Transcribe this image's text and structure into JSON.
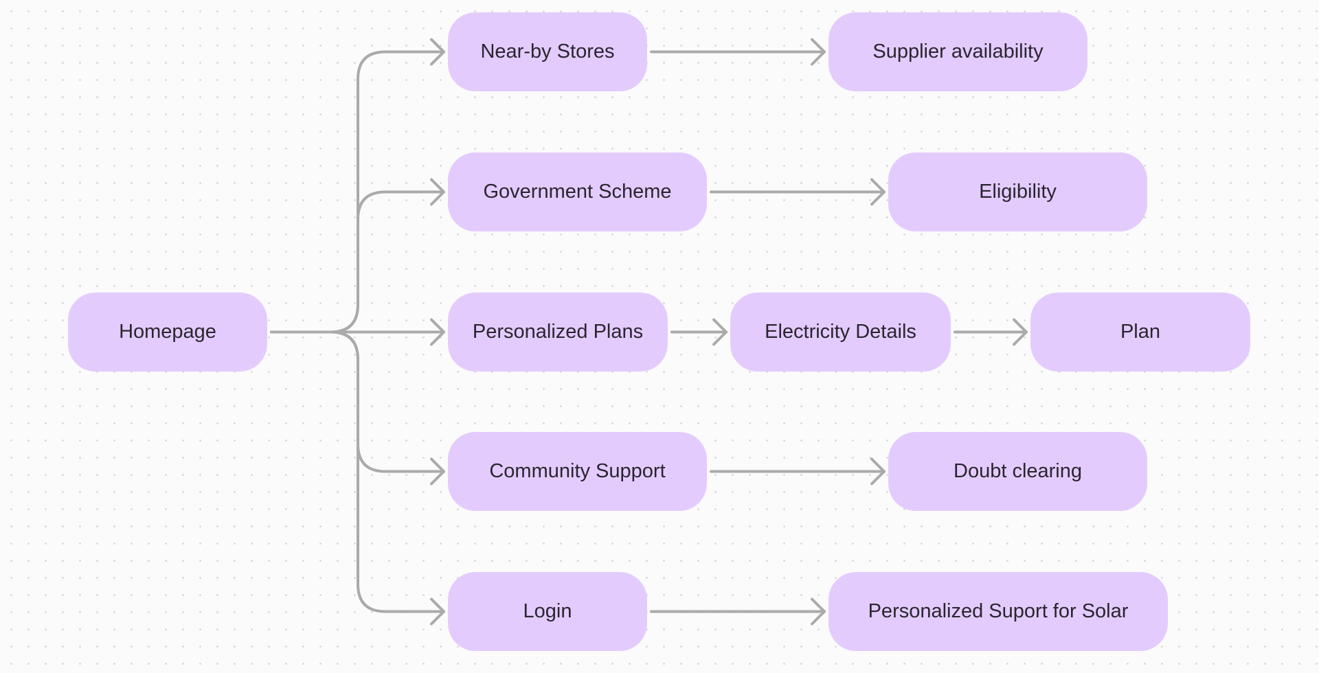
{
  "colors": {
    "node_fill": "#e3ccfd",
    "connector": "#aaaaaa",
    "text": "#2a2530"
  },
  "nodes": {
    "homepage": "Homepage",
    "nearby_stores": "Near-by Stores",
    "supplier_availability": "Supplier availability",
    "government_scheme": "Government Scheme",
    "eligibility": "Eligibility",
    "personalized_plans": "Personalized Plans",
    "electricity_details": "Electricity Details",
    "plan": "Plan",
    "community_support": "Community Support",
    "doubt_clearing": "Doubt clearing",
    "login": "Login",
    "personalized_support_solar": "Personalized Suport for Solar"
  },
  "edges": [
    {
      "from": "homepage",
      "to": "nearby_stores"
    },
    {
      "from": "homepage",
      "to": "government_scheme"
    },
    {
      "from": "homepage",
      "to": "personalized_plans"
    },
    {
      "from": "homepage",
      "to": "community_support"
    },
    {
      "from": "homepage",
      "to": "login"
    },
    {
      "from": "nearby_stores",
      "to": "supplier_availability"
    },
    {
      "from": "government_scheme",
      "to": "eligibility"
    },
    {
      "from": "personalized_plans",
      "to": "electricity_details"
    },
    {
      "from": "electricity_details",
      "to": "plan"
    },
    {
      "from": "community_support",
      "to": "doubt_clearing"
    },
    {
      "from": "login",
      "to": "personalized_support_solar"
    }
  ]
}
